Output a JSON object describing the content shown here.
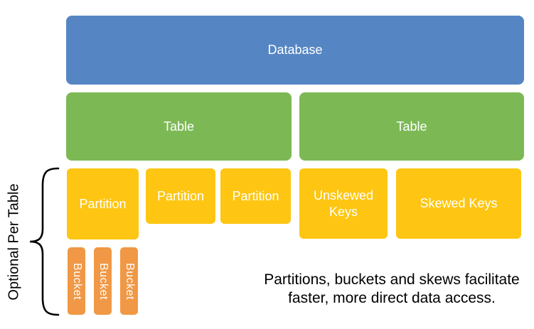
{
  "colors": {
    "database_box": "#5586C3",
    "table_box": "#7CB955",
    "partition_box": "#FEC613",
    "bucket_box": "#F09845",
    "box_text": "#FFFFFF",
    "annotation_text": "#000000"
  },
  "boxes": {
    "database": {
      "label": "Database"
    },
    "tables": [
      {
        "label": "Table"
      },
      {
        "label": "Table"
      }
    ],
    "partitions": [
      {
        "label": "Partition"
      },
      {
        "label": "Partition"
      },
      {
        "label": "Partition"
      }
    ],
    "keys": [
      {
        "label": "Unskewed Keys"
      },
      {
        "label": "Skewed Keys"
      }
    ],
    "buckets": [
      {
        "label": "Bucket"
      },
      {
        "label": "Bucket"
      },
      {
        "label": "Bucket"
      }
    ]
  },
  "annotations": {
    "brace_label": "Optional Per Table",
    "caption": "Partitions, buckets and skews facilitate faster, more direct data access."
  }
}
